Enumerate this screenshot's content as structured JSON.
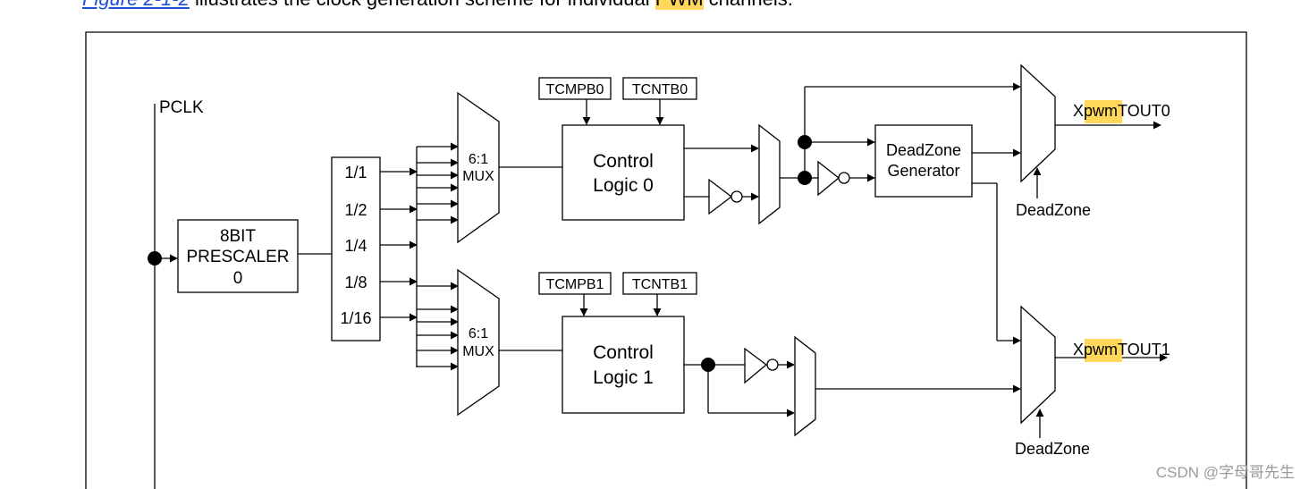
{
  "intro": {
    "link": "Figure 2-1-2",
    "text1": " illustrates the clock generation scheme for individual ",
    "highlight": "PWM",
    "text2": " channels."
  },
  "diagram": {
    "pclk": "PCLK",
    "prescaler": [
      "8BIT",
      "PRESCALER",
      "0"
    ],
    "dividers": [
      "1/1",
      "1/2",
      "1/4",
      "1/8",
      "1/16"
    ],
    "mux": [
      "6:1",
      "MUX"
    ],
    "tcmpb0": "TCMPB0",
    "tcntb0": "TCNTB0",
    "tcmpb1": "TCMPB1",
    "tcntb1": "TCNTB1",
    "control0": [
      "Control",
      "Logic 0"
    ],
    "control1": [
      "Control",
      "Logic 1"
    ],
    "deadzone_gen": [
      "DeadZone",
      "Generator"
    ],
    "deadzone": "DeadZone",
    "out0": {
      "pre": "X",
      "hl": "pwm",
      "post": "TOUT0"
    },
    "out1": {
      "pre": "X",
      "hl": "pwm",
      "post": "TOUT1"
    },
    "highlight_color": "#ffd75a"
  },
  "watermark": "CSDN @字母哥先生"
}
